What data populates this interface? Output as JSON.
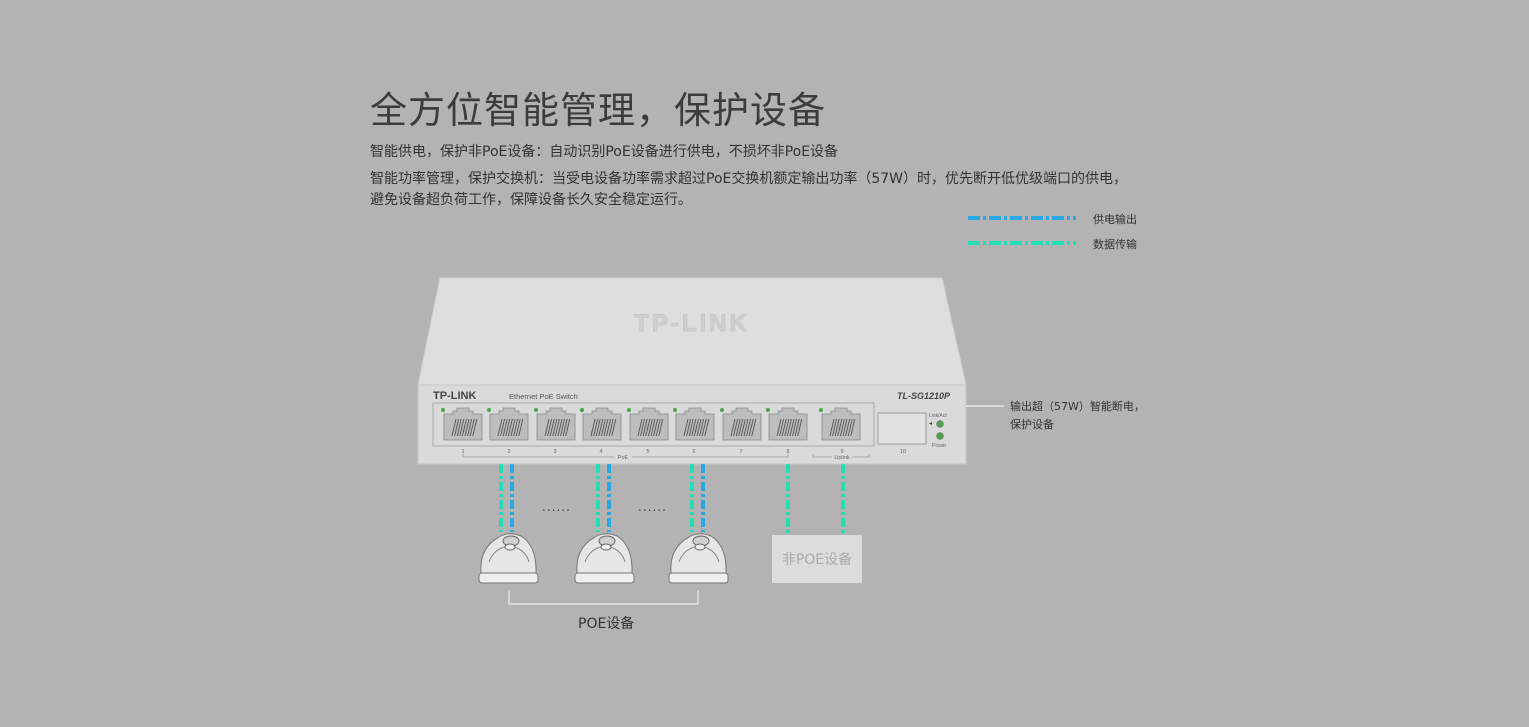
{
  "header": {
    "title": "全方位智能管理，保护设备",
    "lines": [
      "智能供电，保护非PoE设备：自动识别PoE设备进行供电，不损坏非PoE设备",
      "智能功率管理，保护交换机：当受电设备功率需求超过PoE交换机额定输出功率（57W）时，优先断开低优级端口的供电，",
      "避免设备超负荷工作，保障设备长久安全稳定运行。"
    ]
  },
  "legend": {
    "items": [
      {
        "label": "供电输出",
        "color": "#29a8e6"
      },
      {
        "label": "数据传输",
        "color": "#22e0b4"
      }
    ]
  },
  "switch": {
    "brand": "TP-LINK",
    "subtitle": "Ethernet PoE Switch",
    "model": "TL-SG1210P",
    "port_numbers": [
      "1",
      "2",
      "3",
      "4",
      "5",
      "6",
      "7",
      "8",
      "9",
      "10"
    ],
    "poe_group_label": "PoE",
    "uplink_group_label": "Uplink",
    "led_labels": [
      "Link/Act",
      "Power"
    ]
  },
  "callout": {
    "lines": [
      "输出超（57W）智能断电，",
      "保护设备"
    ]
  },
  "devices": {
    "ellipsis": "......",
    "non_poe_label": "非POE设备",
    "poe_label": "POE设备"
  }
}
